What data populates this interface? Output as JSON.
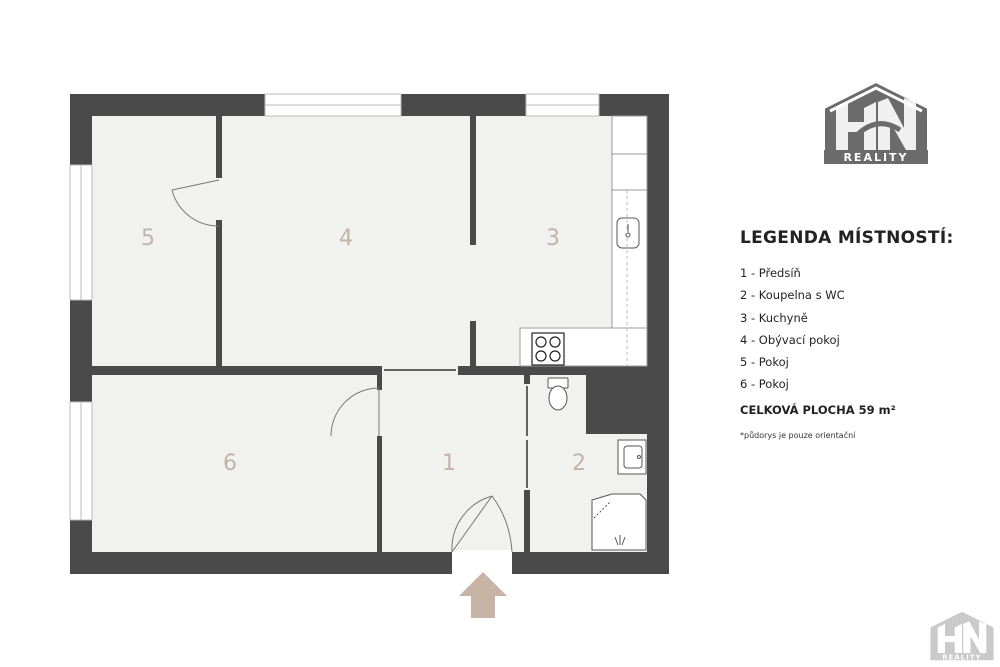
{
  "floorplan": {
    "rooms": [
      {
        "number": "1",
        "name": "Předsíň"
      },
      {
        "number": "2",
        "name": "Koupelna s WC"
      },
      {
        "number": "3",
        "name": "Kuchyně"
      },
      {
        "number": "4",
        "name": "Obývací pokoj"
      },
      {
        "number": "5",
        "name": "Pokoj"
      },
      {
        "number": "6",
        "name": "Pokoj"
      }
    ]
  },
  "legend": {
    "title": "LEGENDA MÍSTNOSTÍ:",
    "items": [
      "1 - Předsíň",
      "2 - Koupelna s WC",
      "3 - Kuchyně",
      "4 - Obývací pokoj",
      "5 - Pokoj",
      "6 - Pokoj"
    ],
    "total": "CELKOVÁ PLOCHA 59 m²",
    "note": "*půdorys je pouze orientační"
  },
  "logo": {
    "name": "HN Reality logo",
    "text": "REALITY"
  },
  "colors": {
    "wall": "#4a4a4a",
    "floor": "#f1f1ef",
    "room_number": "#c2b3a6",
    "entrance_arrow": "#c8b4a5",
    "logo_gray": "#6b6b6b"
  }
}
